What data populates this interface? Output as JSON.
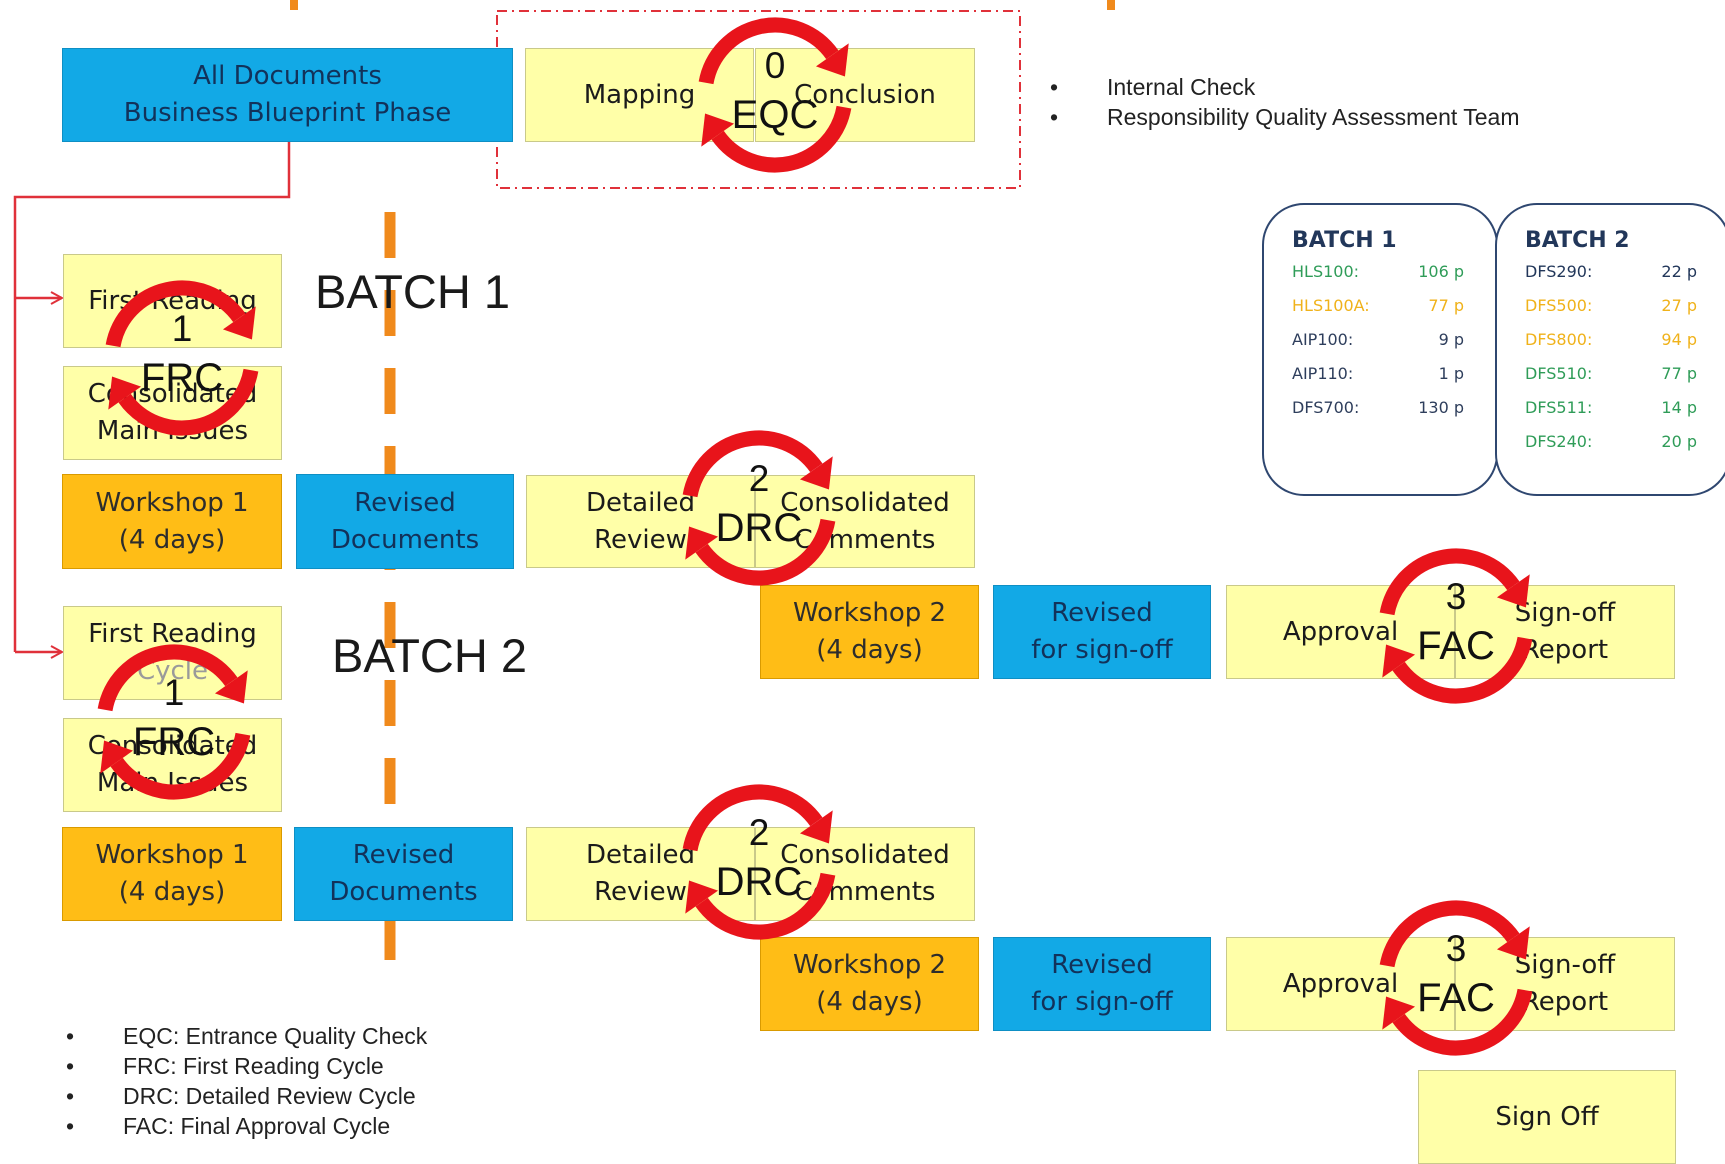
{
  "top": {
    "all_docs": [
      "All Documents",
      "Business Blueprint Phase"
    ],
    "mapping": "Mapping",
    "conclusion": "Conclusion"
  },
  "eqc_notes": [
    "Internal Check",
    "Responsibility Quality Assessment Team"
  ],
  "batch_titles": [
    "BATCH 1",
    "BATCH 2"
  ],
  "batch1": {
    "first_reading": "First Reading",
    "consolidated": [
      "Consolidated",
      "Main Issues"
    ],
    "workshop1": [
      "Workshop 1",
      "(4 days)"
    ],
    "revised_docs": [
      "Revised",
      "Documents"
    ],
    "detailed_review": [
      "Detailed",
      "Review"
    ],
    "consolidated_comments": [
      "Consolidated",
      "Comments"
    ],
    "workshop2": [
      "Workshop 2",
      "(4 days)"
    ],
    "revised_signoff": [
      "Revised",
      "for sign-off"
    ],
    "approval": "Approval",
    "signoff_report": [
      "Sign-off",
      "Report"
    ]
  },
  "batch2": {
    "first_reading": "First Reading",
    "cycle": "Cycle",
    "consolidated": [
      "Consolidated",
      "Main Issues"
    ],
    "workshop1": [
      "Workshop 1",
      "(4 days)"
    ],
    "revised_docs": [
      "Revised",
      "Documents"
    ],
    "detailed_review": [
      "Detailed",
      "Review"
    ],
    "consolidated_comments": [
      "Consolidated",
      "Comments"
    ],
    "workshop2": [
      "Workshop 2",
      "(4 days)"
    ],
    "revised_signoff": [
      "Revised",
      "for sign-off"
    ],
    "approval": "Approval",
    "signoff_report": [
      "Sign-off",
      "Report"
    ]
  },
  "sign_off": "Sign Off",
  "cycles": [
    {
      "num": "0",
      "abbr": "EQC"
    },
    {
      "num": "1",
      "abbr": "FRC"
    },
    {
      "num": "1",
      "abbr": "FRC"
    },
    {
      "num": "2",
      "abbr": "DRC"
    },
    {
      "num": "2",
      "abbr": "DRC"
    },
    {
      "num": "3",
      "abbr": "FAC"
    },
    {
      "num": "3",
      "abbr": "FAC"
    }
  ],
  "doc_batches": [
    {
      "title": "BATCH 1",
      "items": [
        {
          "name": "HLS100:",
          "pages": "106 p",
          "color": "#2f9c58"
        },
        {
          "name": "HLS100A:",
          "pages": "77 p",
          "color": "#f0b21a"
        },
        {
          "name": "AIP100:",
          "pages": "9 p",
          "color": "#2e3e5c"
        },
        {
          "name": "AIP110:",
          "pages": "1 p",
          "color": "#2e3e5c"
        },
        {
          "name": "DFS700:",
          "pages": "130 p",
          "color": "#2e3e5c"
        }
      ]
    },
    {
      "title": "BATCH 2",
      "items": [
        {
          "name": "DFS290:",
          "pages": "22 p",
          "color": "#22375a"
        },
        {
          "name": "DFS500:",
          "pages": "27 p",
          "color": "#f0b21a"
        },
        {
          "name": "DFS800:",
          "pages": "94 p",
          "color": "#f0b21a"
        },
        {
          "name": "DFS510:",
          "pages": "77 p",
          "color": "#2f9c58"
        },
        {
          "name": "DFS511:",
          "pages": "14 p",
          "color": "#2f9c58"
        },
        {
          "name": "DFS240:",
          "pages": "20 p",
          "color": "#2f9c58"
        }
      ]
    }
  ],
  "legend": [
    "EQC: Entrance Quality Check",
    "FRC: First Reading Cycle",
    "DRC: Detailed Review Cycle",
    "FAC:  Final Approval Cycle"
  ],
  "colors": {
    "yellow_box": "#ffffa8",
    "blue_box": "#12a9e6",
    "orange_box": "#ffbd16",
    "cycle_red": "#e8141b",
    "connector_red": "#e0313a",
    "divider_orange": "#f08a1c"
  }
}
